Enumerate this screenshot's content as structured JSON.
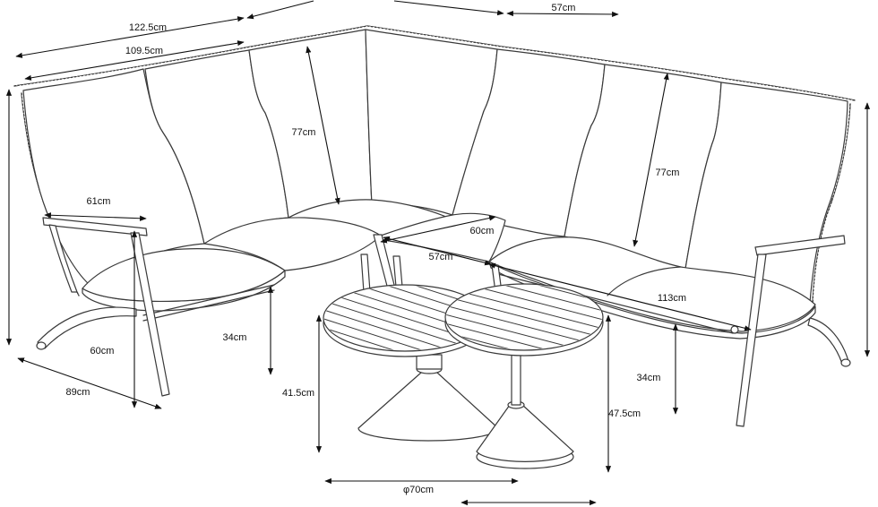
{
  "colors": {
    "line": "#3a3a3a",
    "dimension": "#111111",
    "background": "#ffffff"
  },
  "labels": {
    "top_outer_left": "122.5cm",
    "top_inner_left": "109.5cm",
    "top_right": "57cm",
    "back_height_left": "77cm",
    "back_height_right": "77cm",
    "armrest_left": "61cm",
    "corner_a": "60cm",
    "corner_b": "57cm",
    "seat_right": "113cm",
    "arm_height_left": "60cm",
    "side_depth_left": "89cm",
    "seat_height_left": "34cm",
    "seat_height_right": "34cm",
    "table_left_height": "41.5cm",
    "table_right_height": "47.5cm",
    "table_diameter": "φ70cm"
  }
}
